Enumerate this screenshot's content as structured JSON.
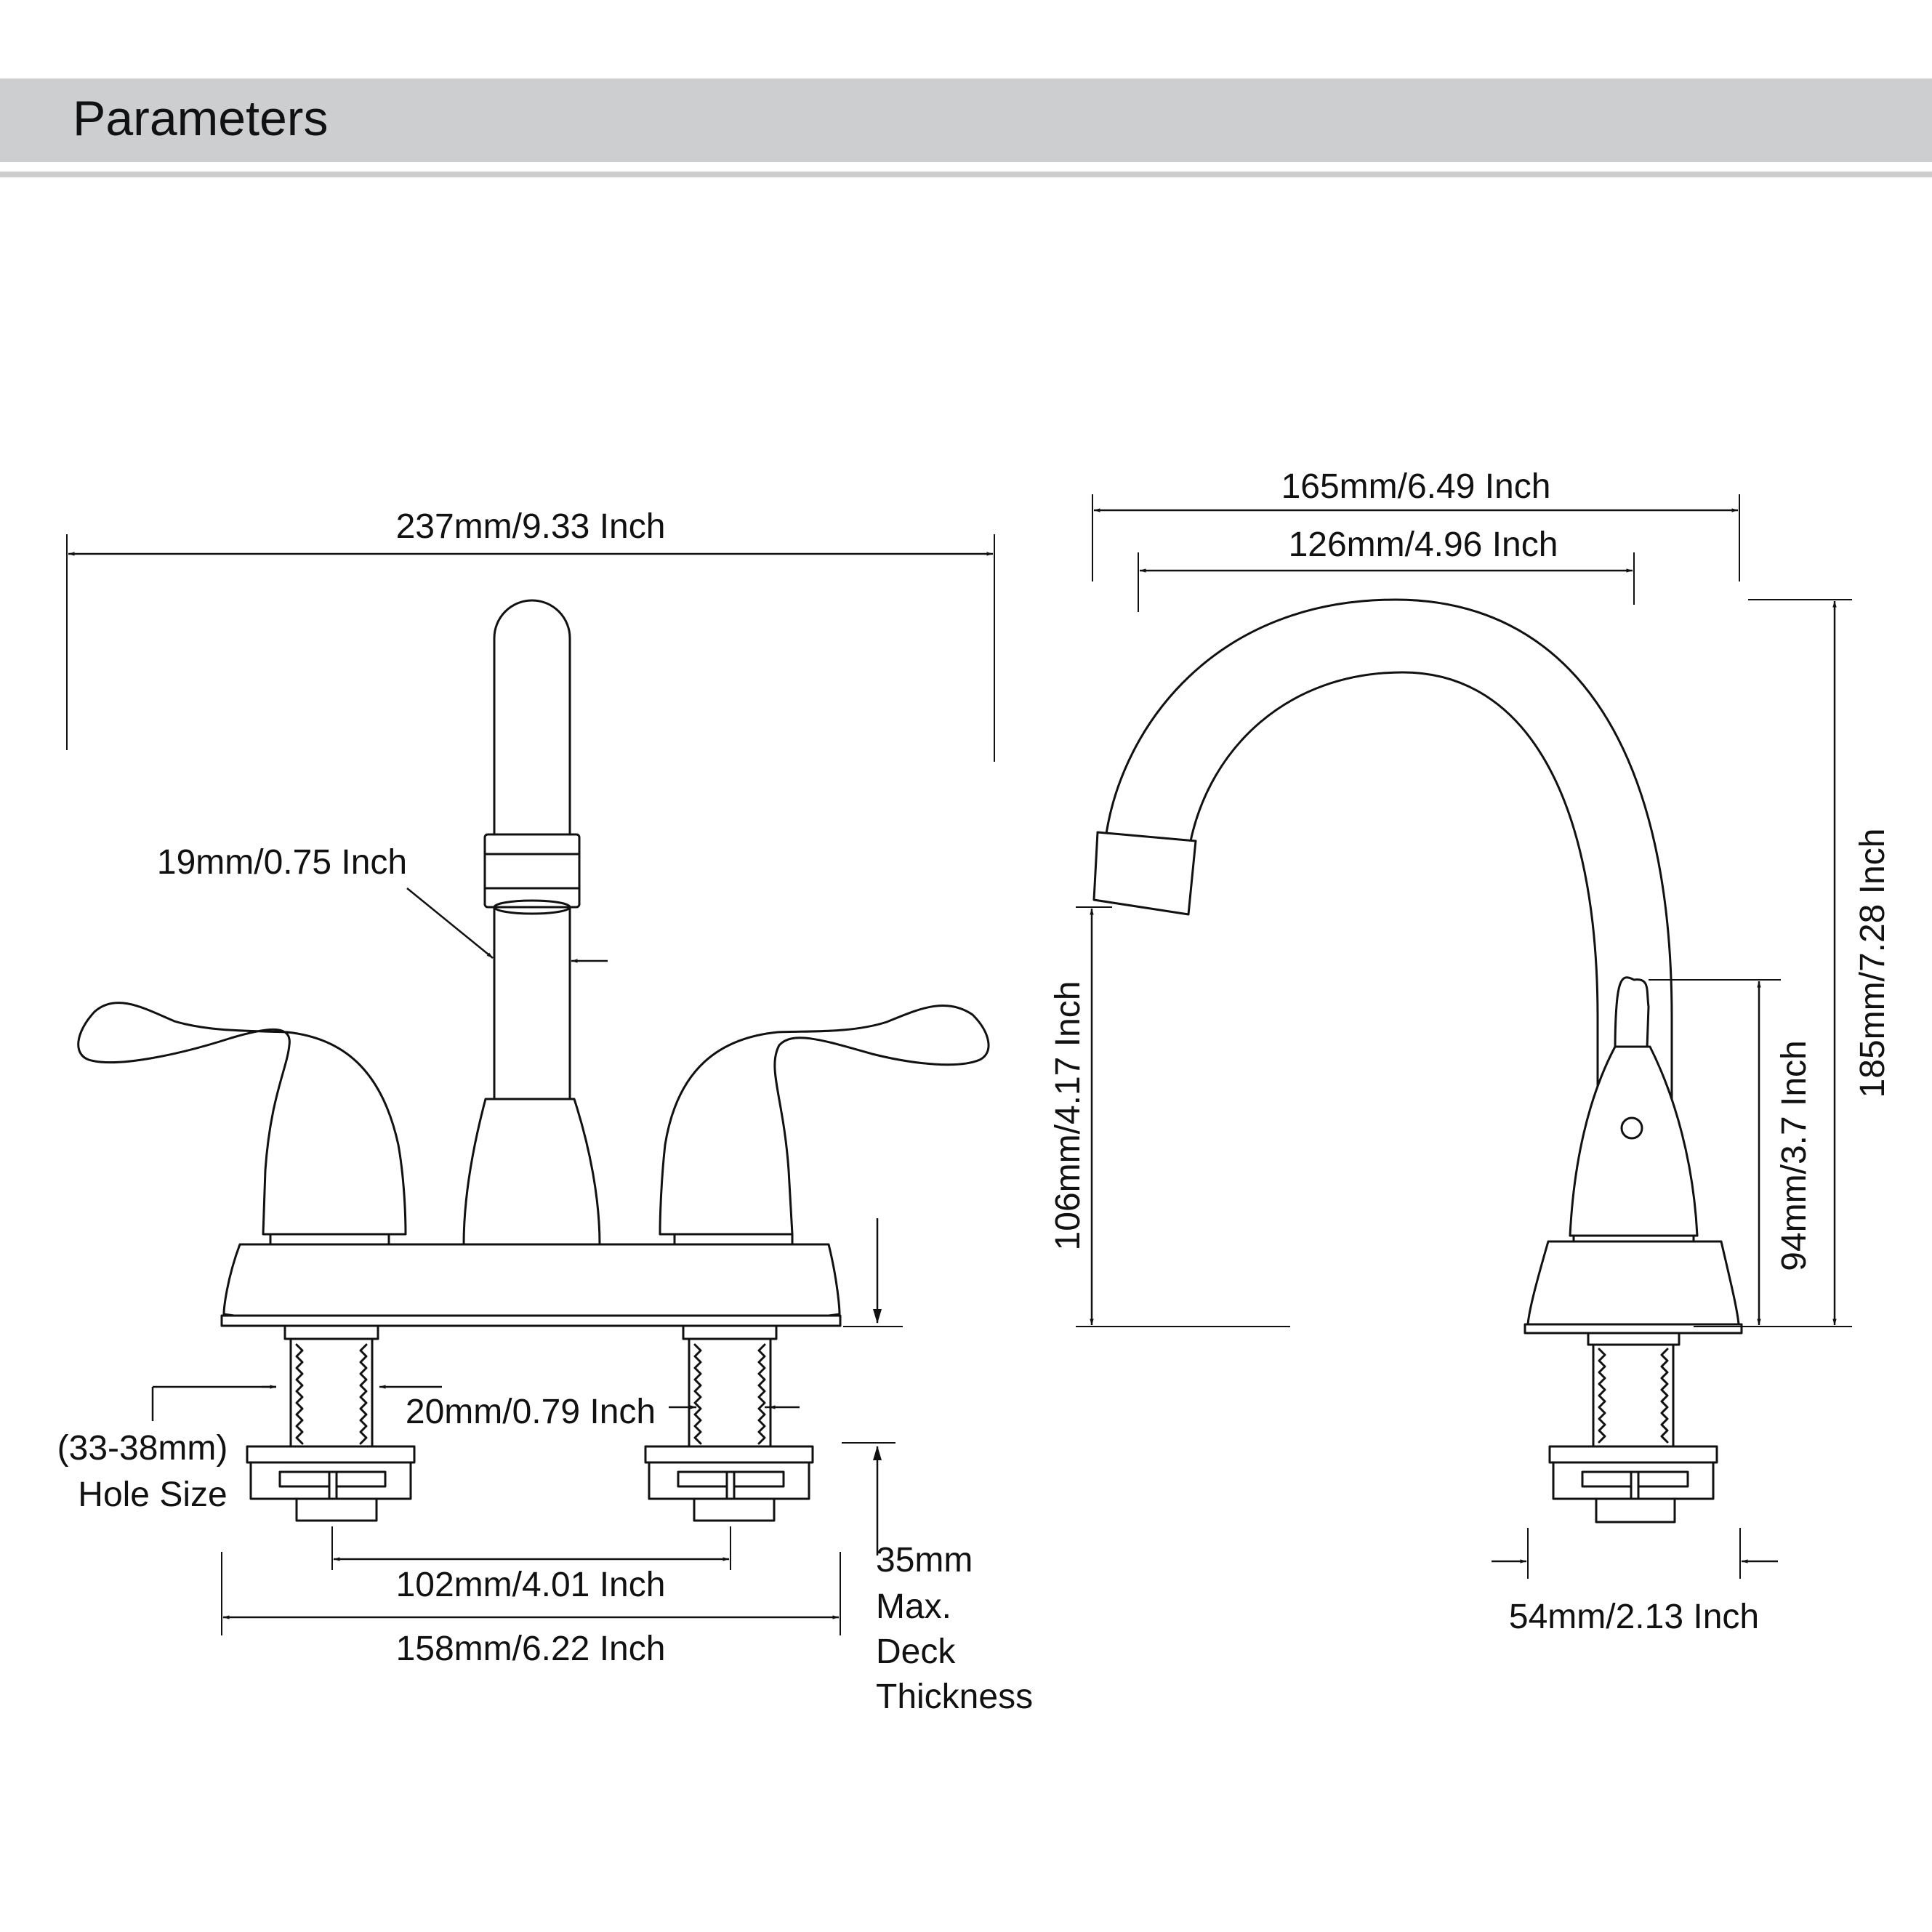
{
  "header": {
    "title": "Parameters"
  },
  "colors": {
    "band": "#cdcecf",
    "ink": "#111111",
    "background": "#ffffff"
  },
  "front_view": {
    "overall_width": "237mm/9.33 Inch",
    "spout_diameter": "19mm/0.75 Inch",
    "shank_diameter": "20mm/0.79 Inch",
    "hole_size_line1": "(33-38mm)",
    "hole_size_line2": "Hole Size",
    "center_spacing": "102mm/4.01 Inch",
    "base_width": "158mm/6.22 Inch",
    "deck_thickness": [
      "35mm",
      "Max.",
      "Deck",
      "Thickness"
    ]
  },
  "side_view": {
    "spout_reach_outer": "165mm/6.49 Inch",
    "spout_reach_inner": "126mm/4.96 Inch",
    "overall_height": "185mm/7.28 Inch",
    "spout_height": "106mm/4.17 Inch",
    "handle_height": "94mm/3.7 Inch",
    "base_diameter": "54mm/2.13 Inch"
  }
}
